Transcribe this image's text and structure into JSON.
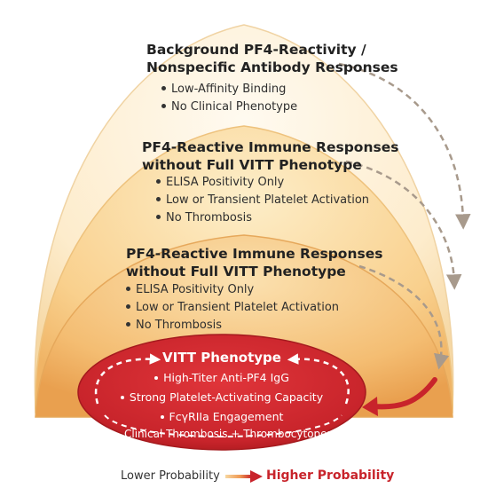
{
  "layers": [
    {
      "title_lines": [
        "Background PF4-Reactivity /",
        "Nonspecific Antibody Responses"
      ],
      "items": [
        "Low-Affinity Binding",
        "No Clinical Phenotype"
      ]
    },
    {
      "title_lines": [
        "PF4-Reactive Immune Responses",
        "without Full VITT Phenotype"
      ],
      "items": [
        "ELISA Positivity Only",
        "Low or Transient Platelet Activation",
        "No Thrombosis"
      ]
    },
    {
      "title_lines": [
        "PF4-Reactive Immune Responses",
        "without Full VITT Phenotype"
      ],
      "items": [
        "ELISA Positivity Only",
        "Low or Transient Platelet Activation",
        "No Thrombosis"
      ]
    }
  ],
  "vitt": {
    "title": "VITT Phenotype",
    "items": [
      "High-Titer Anti-PF4 IgG",
      "Strong Platelet-Activating Capacity",
      "FcγRIIa Engagement"
    ],
    "footer": "Clinical Thrombosis + Thrombocytopenia"
  },
  "legend": {
    "low": "Lower Probability",
    "high": "Higher Probability"
  },
  "colors": {
    "layer_outer": "#fdf1d9",
    "layer_middle": "#f8cf8a",
    "layer_inner": "#f2b466",
    "vitt_red": "#c8242b",
    "arrow_gray": "#a89a8c"
  }
}
